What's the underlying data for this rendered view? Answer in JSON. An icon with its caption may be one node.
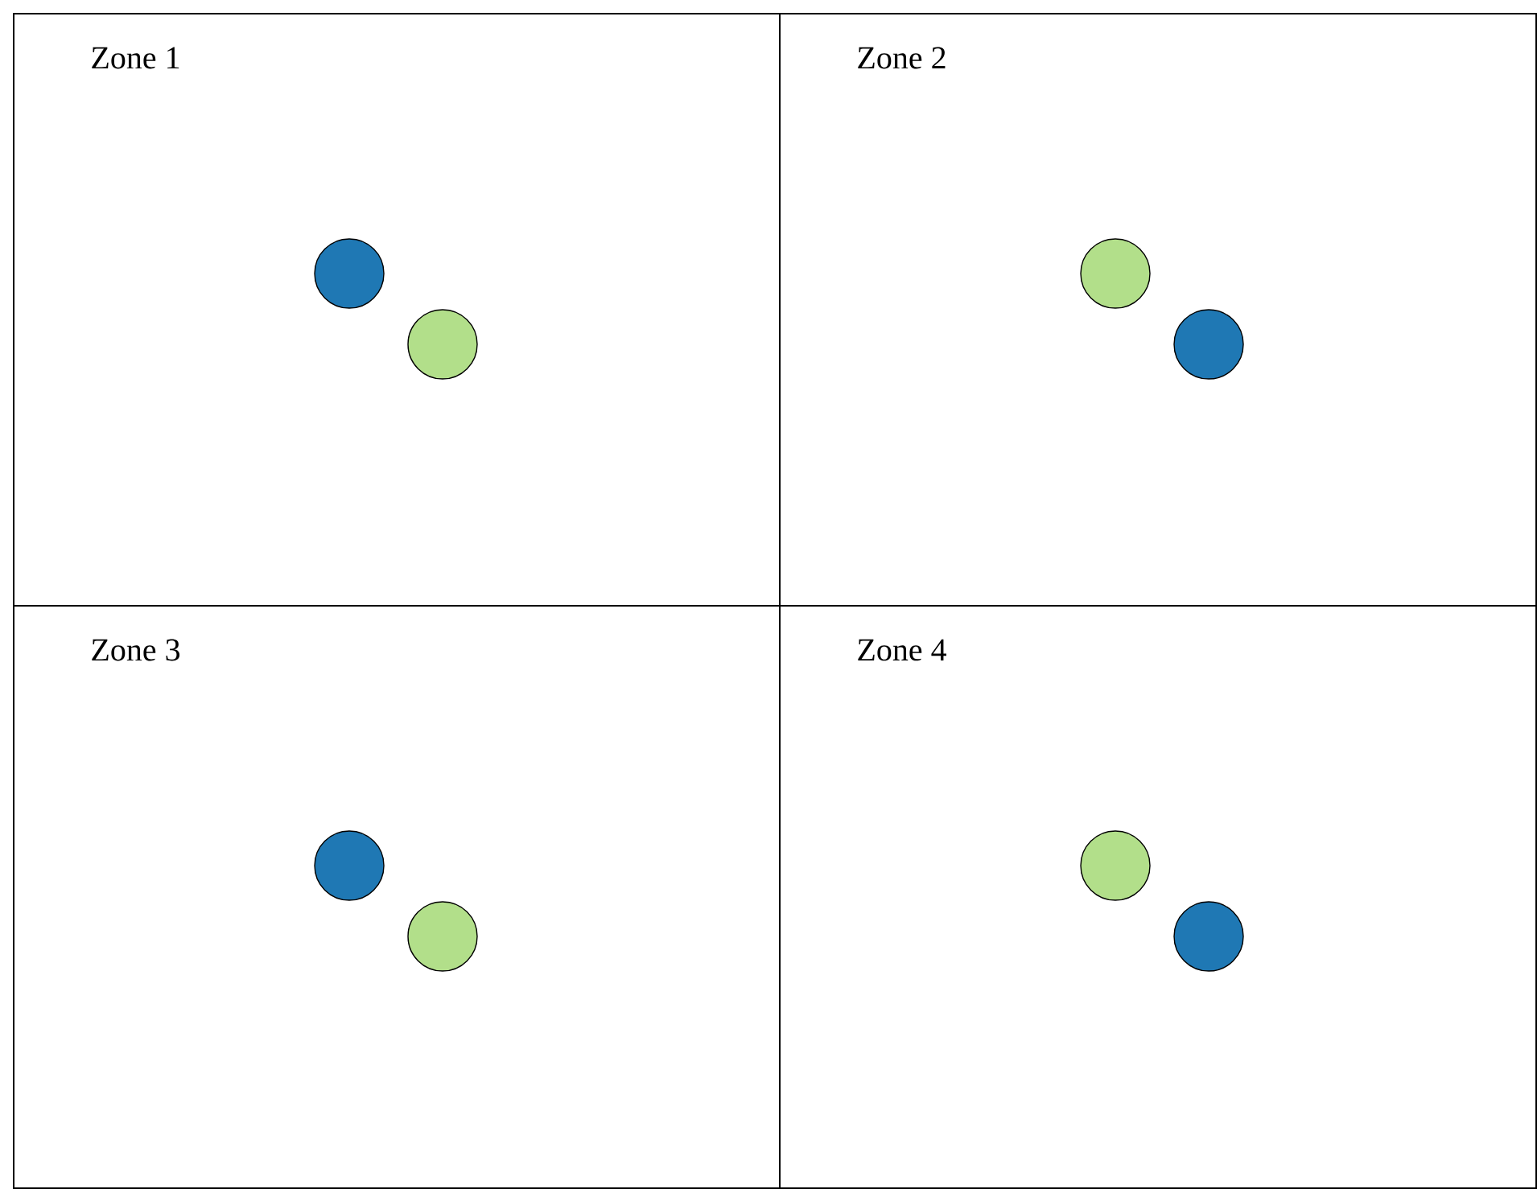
{
  "diagram": {
    "nodes": [
      {
        "text": [
          "Zone 1"
        ]
      },
      {
        "text": [],
        "shape": "circle",
        "in": 0
      },
      {
        "text": [],
        "shape": "circle",
        "in": 0
      },
      {
        "text": [
          "Zone 2"
        ]
      },
      {
        "text": [],
        "shape": "circle",
        "in": 3
      },
      {
        "text": [],
        "shape": "circle",
        "in": 3
      },
      {
        "text": [
          "Zone 3"
        ]
      },
      {
        "text": [],
        "shape": "circle",
        "in": 6
      },
      {
        "text": [],
        "shape": "circle",
        "in": 6
      },
      {
        "text": [
          "Zone 4"
        ]
      },
      {
        "text": [],
        "shape": "circle",
        "in": 9
      },
      {
        "text": [],
        "shape": "circle",
        "in": 9
      }
    ]
  }
}
